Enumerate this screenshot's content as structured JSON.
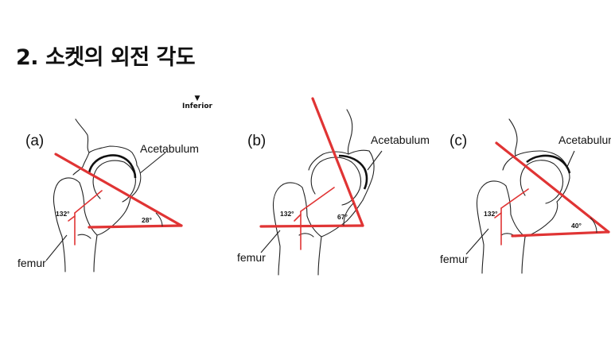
{
  "title": "2. 소켓의 외전 각도",
  "inferior_label": "Inferior",
  "inferior_arrow": "▼",
  "panels": [
    {
      "letter": "(a)",
      "acetabulum": "Acetabulum",
      "femur": "femur",
      "neck_angle": "132°",
      "socket_angle": "28°"
    },
    {
      "letter": "(b)",
      "acetabulum": "Acetabulum",
      "femur": "femur",
      "neck_angle": "132°",
      "socket_angle": "67°"
    },
    {
      "letter": "(c)",
      "acetabulum": "Acetabulum",
      "femur": "femur",
      "neck_angle": "132°",
      "socket_angle": "40°"
    }
  ],
  "colors": {
    "angle_lines": "#e03434",
    "outline": "#222222"
  }
}
